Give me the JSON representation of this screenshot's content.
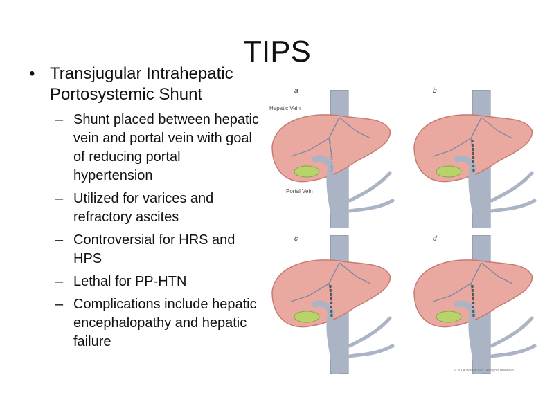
{
  "slide": {
    "title": "TIPS",
    "bullet": {
      "text": "Transjugular Intrahepatic Portosystemic Shunt",
      "subs": [
        "Shunt placed between hepatic vein and portal vein with goal of reducing portal hypertension",
        "Utilized for varices and refractory ascites",
        "Controversial for HRS and HPS",
        "Lethal for PP-HTN",
        "Complications include hepatic encephalopathy and hepatic failure"
      ]
    }
  },
  "figure": {
    "panels": [
      "a",
      "b",
      "c",
      "d"
    ],
    "labels": {
      "hepatic_vein": "Hepatic Vein",
      "portal_vein": "Portal Vein"
    },
    "copyright": "© 2004 WebMD Inc. All rights reserved."
  },
  "colors": {
    "liver": "#e9a8a0",
    "liver_edge": "#c77a72",
    "vein": "#aab4c4",
    "vein_edge": "#7f8ba0",
    "gallbladder": "#b7d36a"
  }
}
